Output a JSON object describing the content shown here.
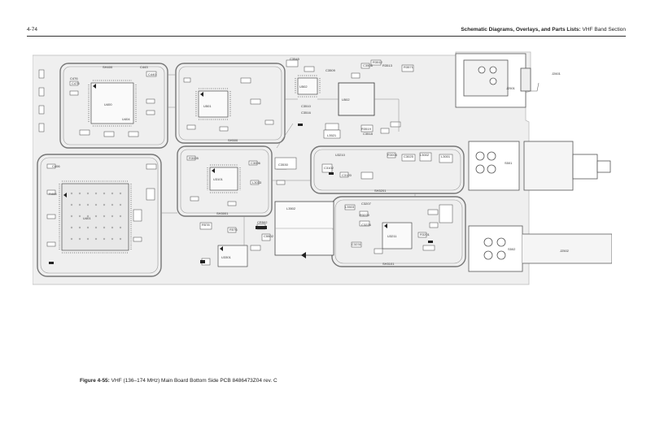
{
  "header": {
    "page_number": "4-74",
    "section_bold": "Schematic Diagrams, Overlays, and Parts Lists:",
    "section_rest": " VHF Band Section"
  },
  "caption": {
    "label": "Figure 4-55:",
    "text": " VHF (136–174 MHz) Main Board Bottom Side PCB 8486473Z04 rev. C"
  },
  "board": {
    "ic_labels": [
      "U400",
      "U404",
      "U401",
      "U501",
      "U502",
      "U502",
      "U3101",
      "U3211",
      "U3301"
    ],
    "shield_labels": [
      "SH400",
      "SH500",
      "SH3001",
      "SH3201",
      "SH3101"
    ],
    "connector_labels": [
      "J2501",
      "J2502",
      "S501",
      "S502",
      "J2601"
    ],
    "part_labels": [
      "C475",
      "C476",
      "C440",
      "C443",
      "C406",
      "R405",
      "L3502",
      "C3509",
      "C3510",
      "C3516",
      "C3518",
      "L3521",
      "C3530",
      "C3545",
      "C3506",
      "R3512",
      "R3513",
      "R3519",
      "U3210",
      "C3102",
      "C3120",
      "C3207",
      "R3220",
      "C3226",
      "R3201",
      "R3005",
      "C3006",
      "L3033",
      "L3002",
      "L3001",
      "C3025",
      "R3004",
      "C3231",
      "L3503",
      "C5502",
      "R578",
      "R576",
      "CR502",
      "R3571"
    ]
  }
}
